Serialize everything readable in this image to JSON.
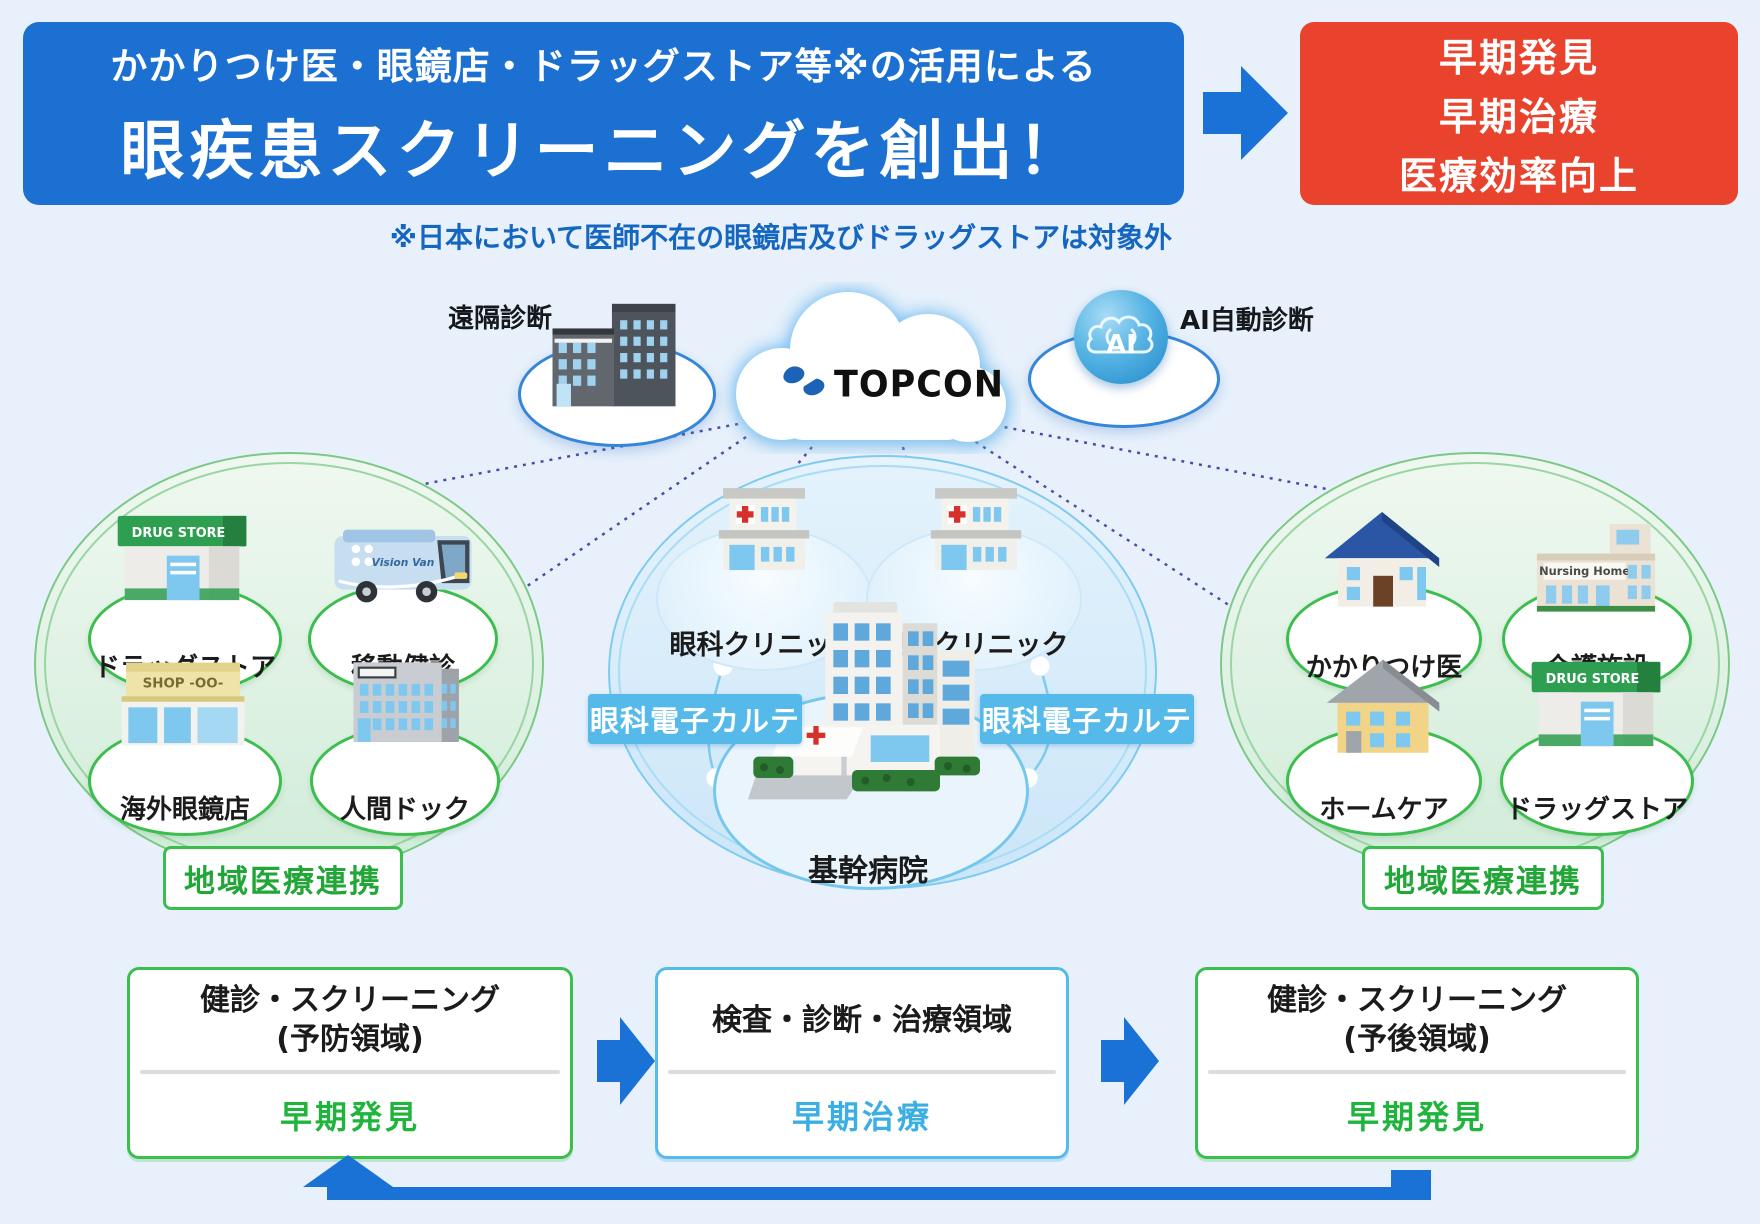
{
  "colors": {
    "background": "#E8F1FB",
    "banner_blue": "#1B70D2",
    "result_red": "#E9432D",
    "note_blue": "#1566C0",
    "green_border": "#3CBE4F",
    "green_text": "#21A637",
    "light_blue_border": "#56BBEB",
    "light_blue_text": "#3BAFE4",
    "emr_bg": "#55BAEA",
    "arrow_blue": "#1B72D6",
    "dotted_line": "#4B4BA8"
  },
  "header": {
    "banner_line1": "かかりつけ医・眼鏡店・ドラッグストア等※の活用による",
    "banner_line2": "眼疾患スクリーニングを創出！",
    "note": "※日本において医師不在の眼鏡店及びドラッグストアは対象外"
  },
  "result_box": {
    "lines": [
      "早期発見",
      "早期治療",
      "医療効率向上"
    ]
  },
  "cloud": {
    "brand": "TOPCON",
    "remote": {
      "label": "遠隔診断"
    },
    "ai": {
      "label": "AI自動診断",
      "sphere_text": "AI"
    }
  },
  "left_group": {
    "tag": "地域医療連携",
    "items": [
      {
        "label": "ドラッグストア",
        "icon": "drug-store",
        "icon_text": "DRUG STORE"
      },
      {
        "label": "移動健診",
        "icon": "vision-van",
        "icon_text": "Vision Van"
      },
      {
        "label": "海外眼鏡店",
        "icon": "overseas-glasses-shop",
        "icon_text": "SHOP -OO-"
      },
      {
        "label": "人間ドック",
        "icon": "medical-checkup-building",
        "icon_text": ""
      }
    ]
  },
  "center_group": {
    "clinics": [
      {
        "label": "眼科クリニック"
      },
      {
        "label": "眼科クリニック"
      }
    ],
    "emr_labels": [
      "眼科電子カルテ",
      "眼科電子カルテ"
    ],
    "hospital": {
      "label": "基幹病院"
    }
  },
  "right_group": {
    "tag": "地域医療連携",
    "items": [
      {
        "label": "かかりつけ医",
        "icon": "family-doctor-house",
        "icon_text": ""
      },
      {
        "label": "介護施設",
        "icon": "nursing-home",
        "icon_text": "Nursing Home"
      },
      {
        "label": "ホームケア",
        "icon": "home-care-house",
        "icon_text": ""
      },
      {
        "label": "ドラッグストア",
        "icon": "drug-store",
        "icon_text": "DRUG STORE"
      }
    ]
  },
  "flow": {
    "boxes": [
      {
        "title": "健診・スクリーニング",
        "subtitle": "(予防領域)",
        "result": "早期発見",
        "theme": "green"
      },
      {
        "title": "検査・診断・治療領域",
        "subtitle": "",
        "result": "早期治療",
        "theme": "blue"
      },
      {
        "title": "健診・スクリーニング",
        "subtitle": "(予後領域)",
        "result": "早期発見",
        "theme": "green"
      }
    ]
  }
}
